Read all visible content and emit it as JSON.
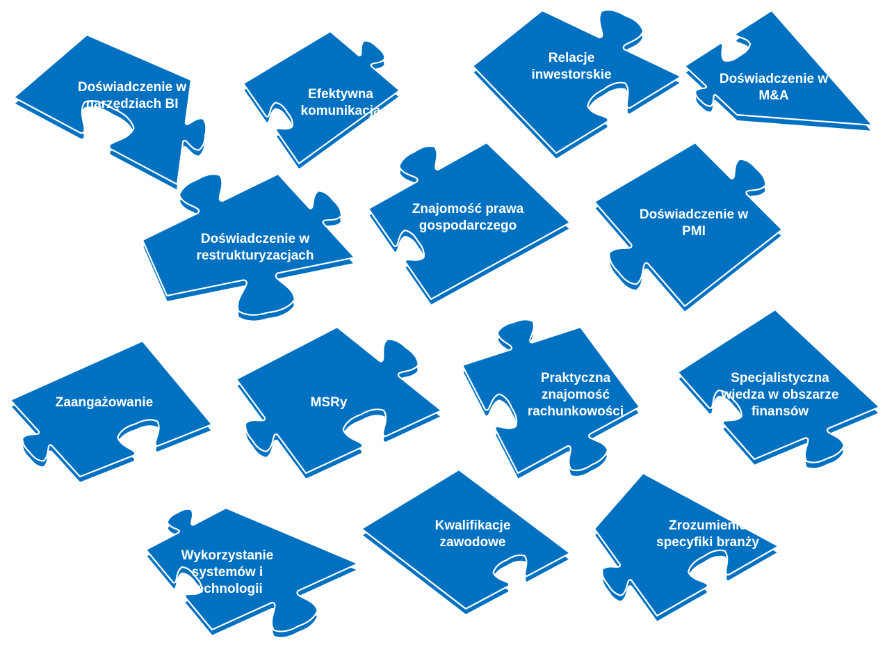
{
  "colors": {
    "piece_fill": "#0070C0",
    "piece_edge": "#ffffff",
    "background": "#ffffff"
  },
  "pieces": [
    {
      "id": "bi",
      "label": [
        "Doświadczenie w",
        "narzędziach BI"
      ]
    },
    {
      "id": "komunikacja",
      "label": [
        "Efektywna",
        "komunikacja"
      ]
    },
    {
      "id": "relacje",
      "label": [
        "Relacje",
        "inwestorskie"
      ]
    },
    {
      "id": "ma",
      "label": [
        "Doświadczenie w",
        "M&A"
      ]
    },
    {
      "id": "restrukturyzacje",
      "label": [
        "Doświadczenie w",
        "restrukturyzacjach"
      ]
    },
    {
      "id": "prawo",
      "label": [
        "Znajomość prawa",
        "gospodarczego"
      ]
    },
    {
      "id": "pmi",
      "label": [
        "Doświadczenie w",
        "PMI"
      ]
    },
    {
      "id": "zaangazowanie",
      "label": [
        "Zaangażowanie"
      ]
    },
    {
      "id": "msr",
      "label": [
        "MSRy"
      ]
    },
    {
      "id": "rachunkowosc",
      "label": [
        "Praktyczna",
        "znajomość",
        "rachunkowości"
      ]
    },
    {
      "id": "finanse",
      "label": [
        "Specjalistyczna",
        "wiedza w obszarze",
        "finansów"
      ]
    },
    {
      "id": "systemy",
      "label": [
        "Wykorzystanie",
        "systemów i",
        "technologii"
      ]
    },
    {
      "id": "kwalifikacje",
      "label": [
        "Kwalifikacje",
        "zawodowe"
      ]
    },
    {
      "id": "branza",
      "label": [
        "Zrozumienie",
        "specyfiki branży"
      ]
    }
  ]
}
